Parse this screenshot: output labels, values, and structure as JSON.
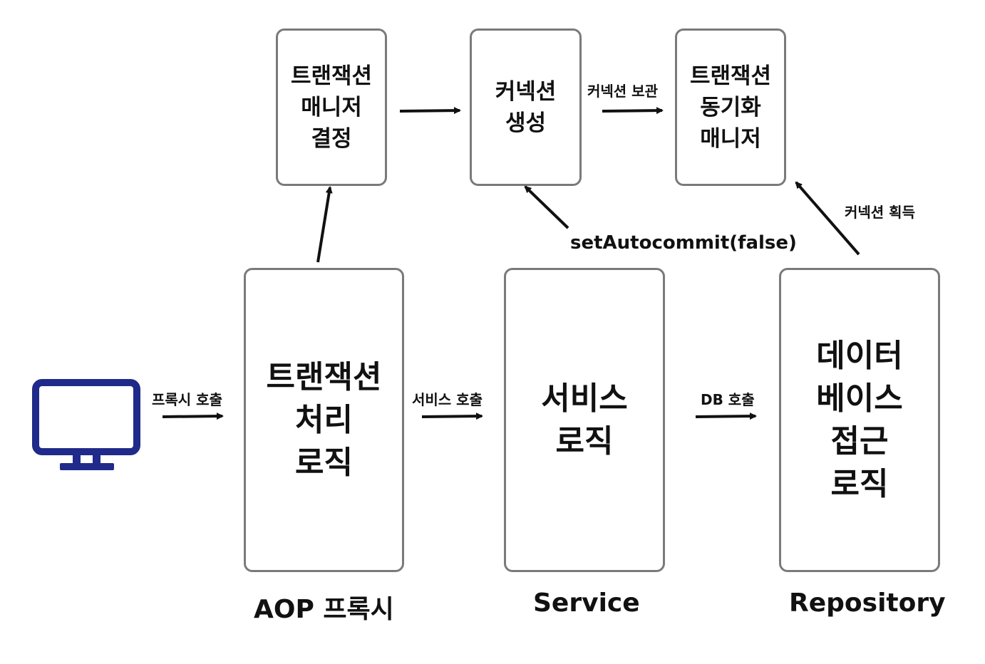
{
  "boxes": {
    "tx_manager_decision": [
      "트랜잭션",
      "매니저",
      "결정"
    ],
    "connection_create": [
      "커넥션",
      "생성"
    ],
    "tx_sync_manager": [
      "트랜잭션",
      "동기화",
      "매니저"
    ],
    "tx_logic": [
      "트랜잭션",
      "처리",
      "로직"
    ],
    "service_logic": [
      "서비스",
      "로직"
    ],
    "db_access_logic": [
      "데이터",
      "베이스",
      "접근",
      "로직"
    ]
  },
  "edge_labels": {
    "proxy_call": "프록시 호출",
    "service_call": "서비스 호출",
    "db_call": "DB 호출",
    "connection_store": "커넥션 보관",
    "connection_acquire": "커넥션 획득",
    "set_autocommit": "setAutocommit(false)"
  },
  "layers": {
    "proxy": "AOP 프록시",
    "service": "Service",
    "repository": "Repository"
  },
  "icons": {
    "client": "monitor-icon"
  },
  "colors": {
    "client_icon": "#1f2a8a",
    "box_border": "#7a7a7a",
    "arrow": "#111111"
  }
}
